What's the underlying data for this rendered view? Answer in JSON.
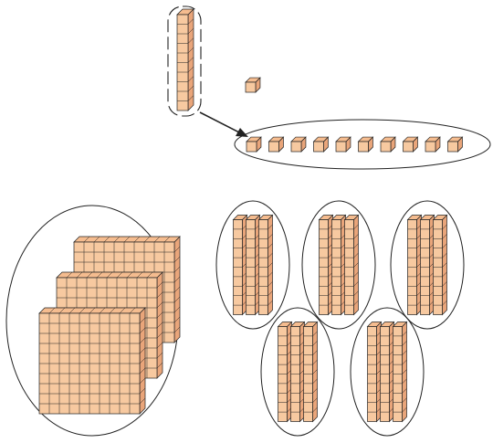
{
  "colors": {
    "face": "#f7c9a0",
    "side": "#e9a57a",
    "top": "#f5bc8f",
    "stroke": "#222222",
    "background": "#ffffff"
  },
  "diagram": {
    "ten_rod_count": 1,
    "unit_cubes_in_group": 10,
    "single_unit_cubes": 1,
    "hundred_flats": 3,
    "rod_groups": 5,
    "rods_per_group": 3
  },
  "icons": {
    "arrow": "arrow-icon"
  }
}
